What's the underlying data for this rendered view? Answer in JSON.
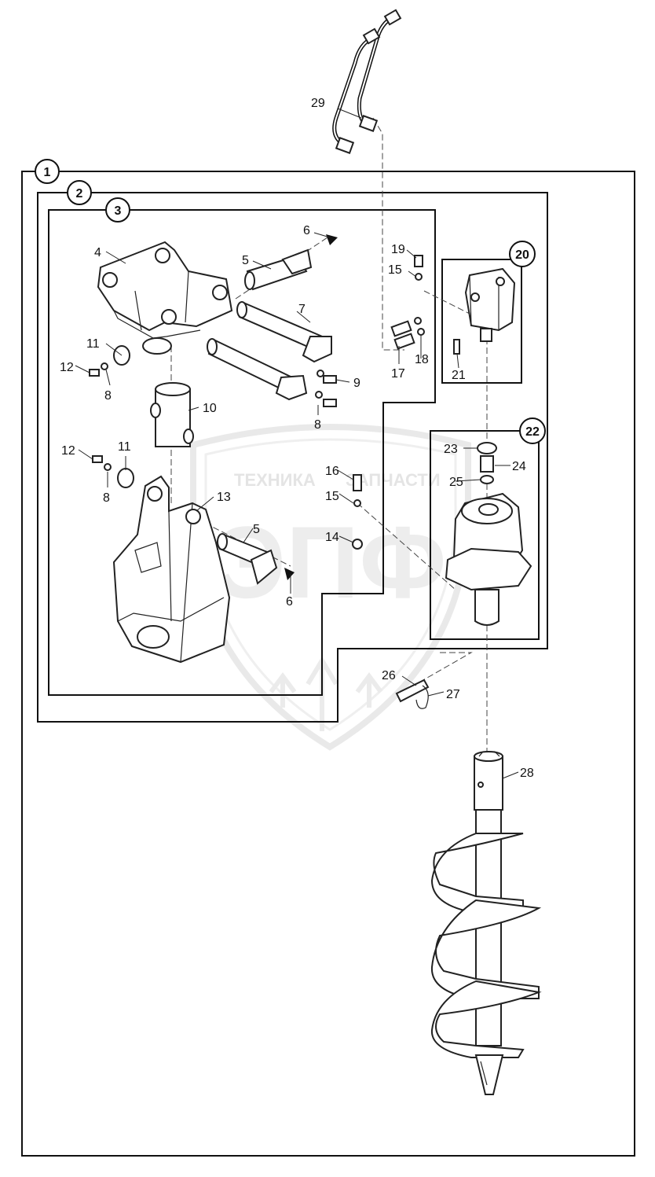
{
  "watermark": {
    "line1_left": "ТЕХНИКА",
    "line1_right": "ЗАПЧАСТИ",
    "logo": "ЭПФ"
  },
  "groups": [
    "1",
    "2",
    "3",
    "20",
    "22"
  ],
  "labels": {
    "p4": "4",
    "p5a": "5",
    "p5b": "5",
    "p6a": "6",
    "p6b": "6",
    "p7": "7",
    "p8a": "8",
    "p8b": "8",
    "p8c": "8",
    "p9": "9",
    "p10": "10",
    "p11a": "11",
    "p11b": "11",
    "p12a": "12",
    "p12b": "12",
    "p13": "13",
    "p14": "14",
    "p15a": "15",
    "p15b": "15",
    "p16": "16",
    "p17": "17",
    "p18": "18",
    "p19": "19",
    "p21": "21",
    "p23": "23",
    "p24": "24",
    "p25": "25",
    "p26": "26",
    "p27": "27",
    "p28": "28",
    "p29": "29"
  },
  "icons": [
    "hose-icon",
    "auger-icon",
    "gear-motor-icon",
    "gearbox-icon",
    "bracket-icon",
    "pin-icon"
  ],
  "colors": {
    "line": "#222222",
    "watermark": "#cfcfcf",
    "background": "#ffffff"
  }
}
